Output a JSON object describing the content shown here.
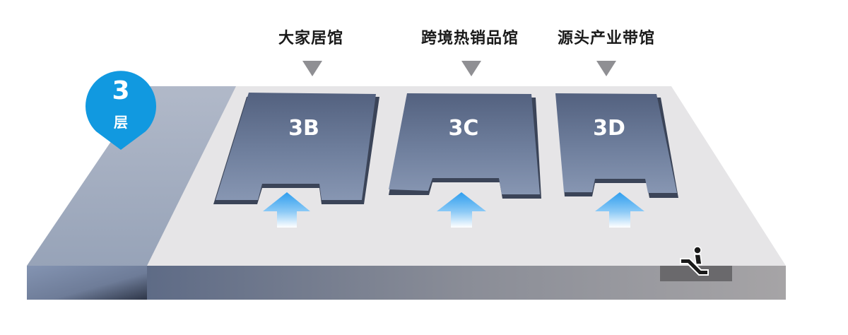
{
  "floor": {
    "number": "3",
    "label": "层"
  },
  "halls": [
    {
      "code": "3B",
      "name": "大家居馆"
    },
    {
      "code": "3C",
      "name": "跨境热销品馆"
    },
    {
      "code": "3D",
      "name": "源头产业带馆"
    }
  ],
  "colors": {
    "pin": "#1199e0",
    "zone": "#6f7f9d",
    "arrow": "#3aa6f0",
    "floor_top": "#e6e5e7",
    "aisle": "#a3adc0"
  },
  "icons": {
    "escalator": "escalator-icon",
    "pointer": "triangle-down-icon",
    "entrance": "arrow-up-icon"
  }
}
